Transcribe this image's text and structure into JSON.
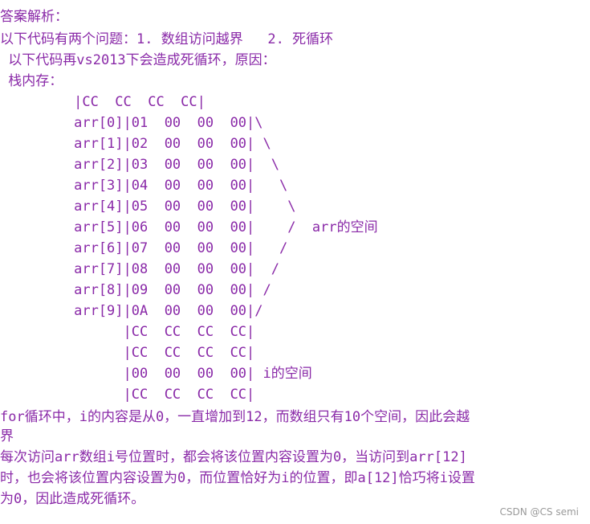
{
  "document": {
    "heading": "答案解析：",
    "problems_line": "以下代码有两个问题：1. 数组访问越界   2. 死循环",
    "cause_line": " 以下代码再vs2013下会造成死循环，原因：",
    "stack_label": " 栈内存：",
    "memory_rows": [
      "         |CC  CC  CC  CC|",
      "         arr[0]|01  00  00  00|\\",
      "         arr[1]|02  00  00  00| \\",
      "         arr[2]|03  00  00  00|  \\",
      "         arr[3]|04  00  00  00|   \\",
      "         arr[4]|05  00  00  00|    \\",
      "         arr[5]|06  00  00  00|    /  arr的空间",
      "         arr[6]|07  00  00  00|   /",
      "         arr[7]|08  00  00  00|  /",
      "         arr[8]|09  00  00  00| /",
      "         arr[9]|0A  00  00  00|/",
      "               |CC  CC  CC  CC|",
      "               |CC  CC  CC  CC|",
      "               |00  00  00  00| i的空间",
      "               |CC  CC  CC  CC|"
    ],
    "explanation": [
      "for循环中，i的内容是从0，一直增加到12，而数组只有10个空间，因此会越",
      "界",
      "每次访问arr数组i号位置时，都会将该位置内容设置为0，当访问到arr[12]",
      "时，也会将该位置内容设置为0，而位置恰好为i的位置，即a[12]恰巧将i设置",
      "为0，因此造成死循环。"
    ]
  },
  "watermark": "CSDN @CS semi",
  "colors": {
    "text": "#8a2aa8",
    "watermark": "#9a9a9a",
    "background": "#ffffff"
  }
}
